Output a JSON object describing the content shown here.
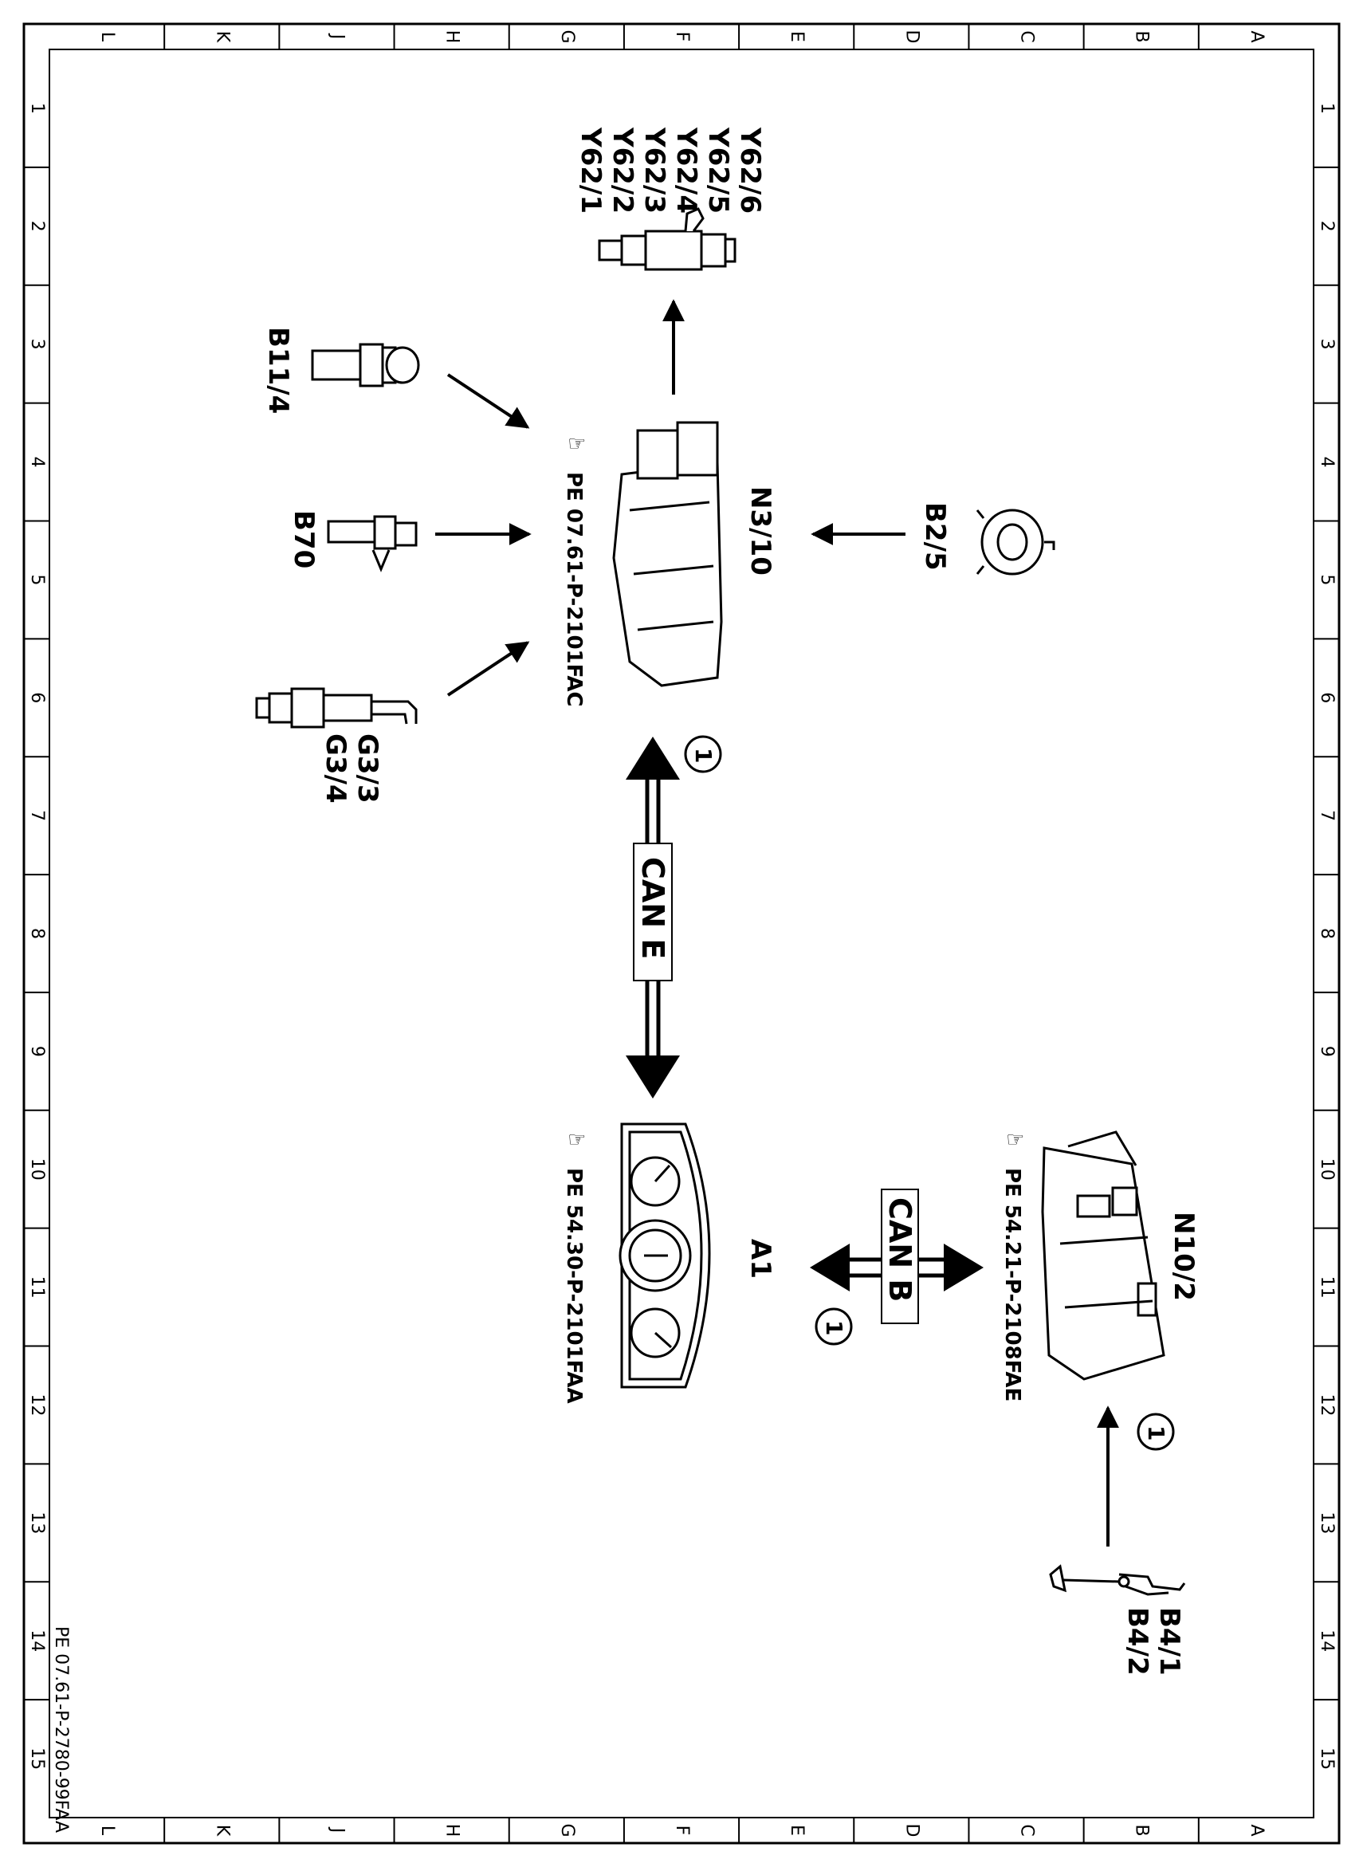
{
  "frame": {
    "col_letters": [
      "L",
      "K",
      "J",
      "H",
      "G",
      "F",
      "E",
      "D",
      "C",
      "B",
      "A"
    ],
    "row_numbers": [
      "1",
      "2",
      "3",
      "4",
      "5",
      "6",
      "7",
      "8",
      "9",
      "10",
      "11",
      "12",
      "13",
      "14",
      "15"
    ]
  },
  "components": {
    "y62": [
      "Y62/1",
      "Y62/2",
      "Y62/3",
      "Y62/4",
      "Y62/5",
      "Y62/6"
    ],
    "b11_4": "B11/4",
    "b70": "B70",
    "g3": [
      "G3/3",
      "G3/4"
    ],
    "n3_10": "N3/10",
    "n3_10_ref": "PE 07.61-P-2101FAC",
    "b2_5": "B2/5",
    "a1": "A1",
    "a1_ref": "PE 54.30-P-2101FAA",
    "n10_2": "N10/2",
    "n10_2_ref": "PE 54.21-P-2108FAE",
    "b4": [
      "B4/1",
      "B4/2"
    ]
  },
  "buses": {
    "can_e": "CAN E",
    "can_b": "CAN B"
  },
  "callouts": {
    "c1": "1",
    "c2": "1",
    "c3": "1"
  },
  "footer": {
    "doc_code": "PE 07.61-P-2780-99FAA"
  }
}
